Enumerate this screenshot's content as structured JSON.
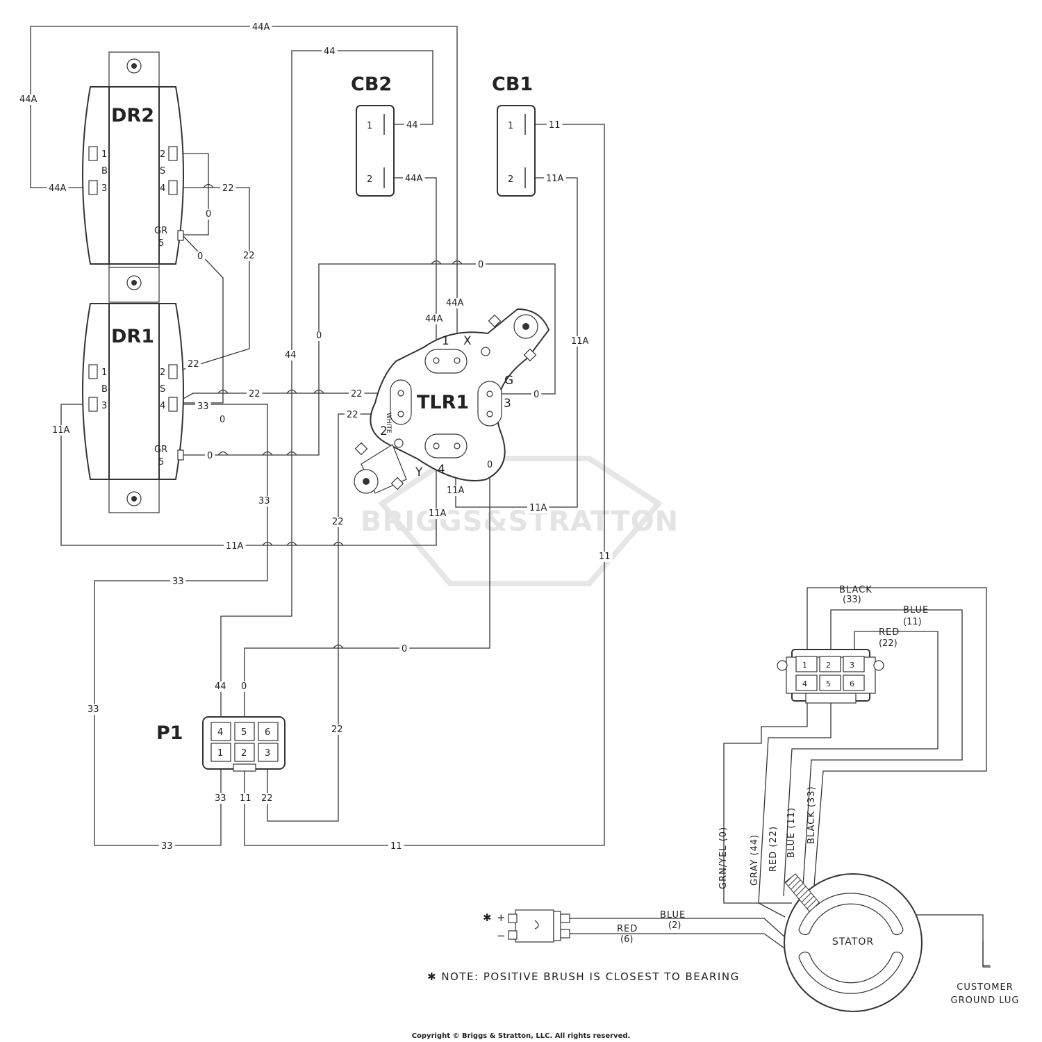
{
  "copyright": "Copyright © Briggs & Stratton, LLC. All rights reserved.",
  "watermark": "BRIGGS&STRATTON",
  "note": "✱ NOTE: POSITIVE BRUSH IS CLOSEST TO BEARING",
  "components": {
    "dr2": {
      "name": "DR2",
      "pins": [
        "1",
        "B",
        "3",
        "2",
        "S",
        "4",
        "GR",
        "5"
      ]
    },
    "dr1": {
      "name": "DR1",
      "pins": [
        "1",
        "B",
        "3",
        "2",
        "S",
        "4",
        "GR",
        "5"
      ]
    },
    "cb2": {
      "name": "CB2",
      "pins": [
        "1",
        "2"
      ]
    },
    "cb1": {
      "name": "CB1",
      "pins": [
        "1",
        "2"
      ]
    },
    "tlr1": {
      "name": "TLR1",
      "terminals": [
        "1",
        "X",
        "G",
        "3",
        "2",
        "WHITE",
        "Y",
        "4"
      ]
    },
    "p1": {
      "name": "P1",
      "pins": [
        "4",
        "5",
        "6",
        "1",
        "2",
        "3"
      ]
    },
    "connector": {
      "pins": [
        "1",
        "2",
        "3",
        "4",
        "5",
        "6"
      ]
    },
    "stator": {
      "name": "STATOR"
    },
    "brush": {
      "plus": "+",
      "minus": "−",
      "star": "✱"
    },
    "ground_lug": {
      "line1": "CUSTOMER",
      "line2": "GROUND LUG"
    }
  },
  "wire_labels": {
    "top_44A": "44A",
    "left_44A": "44A",
    "dr2_44A": "44A",
    "top_44": "44",
    "cb2_44": "44",
    "cb2_44A": "44A",
    "cb1_11": "11",
    "cb1_11A": "11A",
    "dr2_22": "22",
    "dr2_0": "0",
    "dr2_22b": "22",
    "dr2_0b": "0",
    "tlr_0_top": "0",
    "tlr_44A": "44A",
    "tlr_44A_b": "44A",
    "tlr_11A_right": "11A",
    "v_0": "0",
    "v_44": "44",
    "dr1_22": "22",
    "dr1_22b": "22",
    "tlr_22": "22",
    "tlr_0_right": "0",
    "dr1_33": "33",
    "dr1_0": "0",
    "tlr_22b": "22",
    "dr1_11A": "11A",
    "dr1_0b": "0",
    "v_33": "33",
    "tlr_11A_a": "11A",
    "tlr_11A_b": "11A",
    "tlr_0_v": "0",
    "tlr_11A_c": "11A",
    "v_22": "22",
    "h_11A": "11A",
    "v_11": "11",
    "h_33": "33",
    "h_0": "0",
    "p1_44": "44",
    "p1_0": "0",
    "v_33b": "33",
    "v_22b": "22",
    "p1_33": "33",
    "p1_11": "11",
    "p1_22": "22",
    "b_33": "33",
    "b_11": "11"
  },
  "harness": {
    "black": "BLACK",
    "black_n": "(33)",
    "blue": "BLUE",
    "blue_n": "(11)",
    "red": "RED",
    "red_n": "(22)",
    "grn_yel": "GRN/YEL (0)",
    "gray": "GRAY (44)",
    "red22": "RED (22)",
    "blue11": "BLUE (11)",
    "black33": "BLACK (33)",
    "brush_blue": "BLUE",
    "brush_blue_n": "(2)",
    "brush_red": "RED",
    "brush_red_n": "(6)"
  }
}
